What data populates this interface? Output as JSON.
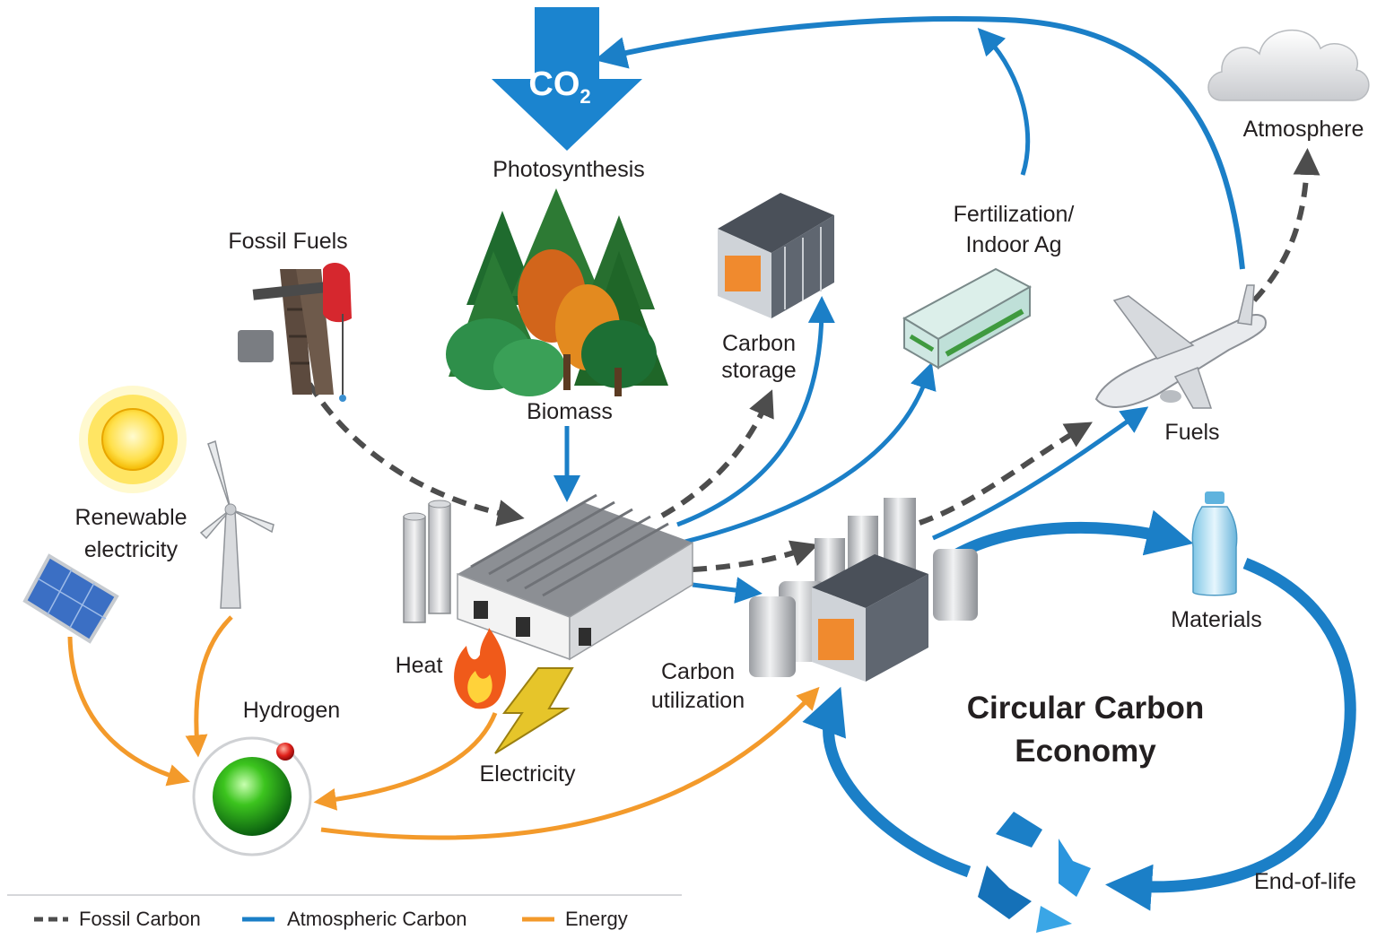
{
  "co2": {
    "base": "CO",
    "sub": "2"
  },
  "labels": {
    "photosynthesis": "Photosynthesis",
    "fossil_fuels": "Fossil Fuels",
    "biomass": "Biomass",
    "carbon_storage": [
      "Carbon",
      "storage"
    ],
    "fertilization": [
      "Fertilization/",
      "Indoor Ag"
    ],
    "atmosphere": "Atmosphere",
    "fuels": "Fuels",
    "renewable_electricity": [
      "Renewable",
      "electricity"
    ],
    "heat": "Heat",
    "carbon_utilization": [
      "Carbon",
      "utilization"
    ],
    "materials": "Materials",
    "hydrogen": "Hydrogen",
    "electricity": "Electricity",
    "end_of_life": "End-of-life"
  },
  "title": [
    "Circular Carbon",
    "Economy"
  ],
  "legend": [
    {
      "label": "Fossil Carbon",
      "style": "dashed",
      "color": "#4d4d4d"
    },
    {
      "label": "Atmospheric Carbon",
      "style": "solid",
      "color": "#1b7fc7"
    },
    {
      "label": "Energy",
      "style": "solid",
      "color": "#f39a2b"
    }
  ],
  "colors": {
    "atmospheric": "#1b7fc7",
    "fossil": "#4d4d4d",
    "energy": "#f39a2b",
    "co2_arrow": "#1b84cf"
  }
}
